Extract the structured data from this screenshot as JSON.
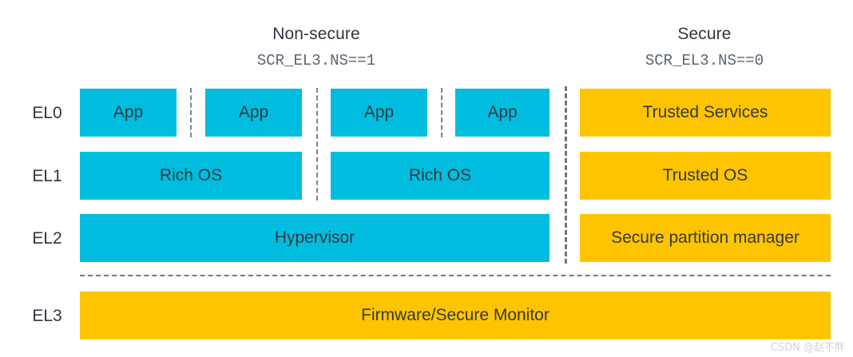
{
  "headers": [
    {
      "title": "Non-secure",
      "subtitle": "SCR_EL3.NS==1"
    },
    {
      "title": "Secure",
      "subtitle": "SCR_EL3.NS==0"
    }
  ],
  "exception_levels": [
    {
      "label": "EL0"
    },
    {
      "label": "EL1"
    },
    {
      "label": "EL2"
    },
    {
      "label": "EL3"
    }
  ],
  "blocks": {
    "el0": [
      {
        "label": "App",
        "color": "cyan"
      },
      {
        "label": "App",
        "color": "cyan"
      },
      {
        "label": "App",
        "color": "cyan"
      },
      {
        "label": "App",
        "color": "cyan"
      },
      {
        "label": "Trusted Services",
        "color": "yellow"
      }
    ],
    "el1": [
      {
        "label": "Rich OS",
        "color": "cyan"
      },
      {
        "label": "Rich OS",
        "color": "cyan"
      },
      {
        "label": "Trusted OS",
        "color": "yellow"
      }
    ],
    "el2": [
      {
        "label": "Hypervisor",
        "color": "cyan"
      },
      {
        "label": "Secure partition manager",
        "color": "yellow"
      }
    ],
    "el3": [
      {
        "label": "Firmware/Secure Monitor",
        "color": "yellow"
      }
    ]
  },
  "colors": {
    "non_secure_fill": "#00BDDF",
    "secure_fill": "#FFC400",
    "text": "#323a43",
    "separator": "#6e767f",
    "background": "#ffffff",
    "watermark": "#cfd3d8"
  },
  "watermark": {
    "text": "CSDN @赵不胖"
  }
}
